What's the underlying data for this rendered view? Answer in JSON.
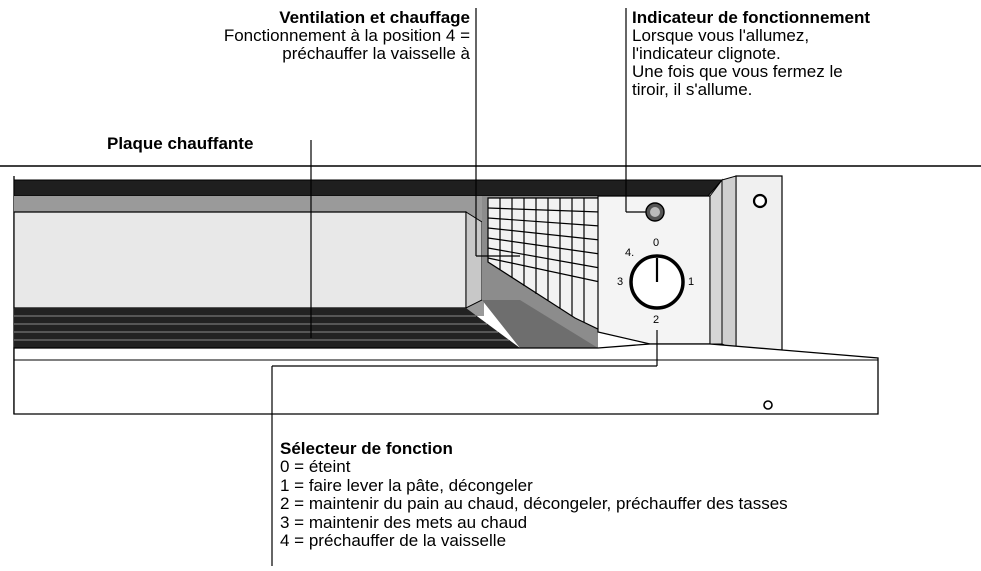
{
  "ventilation": {
    "title": "Ventilation et chauffage",
    "lines": [
      "Fonctionnement à la position 4 =",
      "préchauffer la vaisselle à"
    ]
  },
  "indicator": {
    "title": "Indicateur de fonctionnement",
    "lines": [
      "Lorsque vous l'allumez,",
      "l'indicateur clignote.",
      "Une fois que vous fermez le",
      "tiroir, il s'allume."
    ]
  },
  "plate": {
    "title": "Plaque chauffante"
  },
  "selector": {
    "title": "Sélecteur de fonction",
    "lines": [
      "0 = éteint",
      "1 = faire lever la pâte, décongeler",
      "2 = maintenir du pain au chaud, décongeler, préchauffer des tasses",
      "3 = maintenir des mets au chaud",
      "4 = préchauffer de la vaisselle"
    ]
  },
  "dial": {
    "marks": [
      "0",
      "1",
      "2",
      "3",
      "4."
    ]
  }
}
